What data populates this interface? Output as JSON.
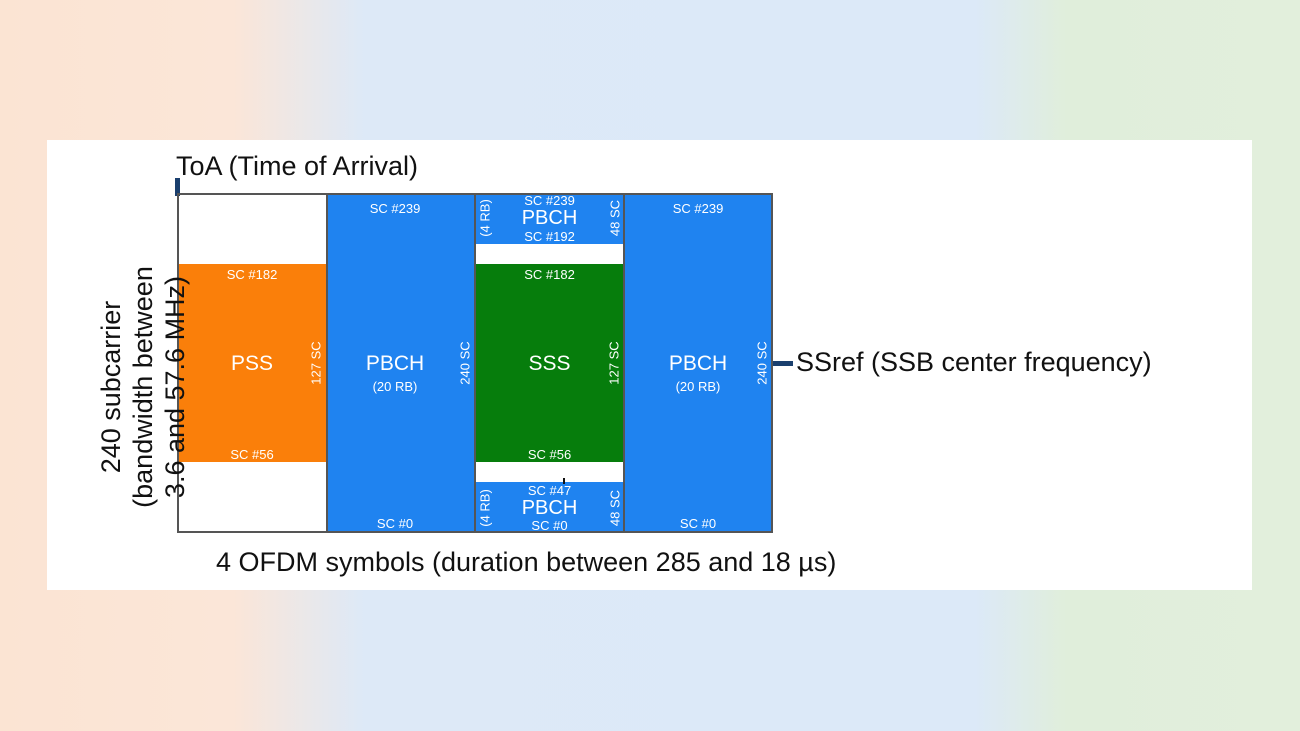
{
  "colors": {
    "pbch": "#1f83f0",
    "pss": "#fa7f0a",
    "sss": "#067d0c"
  },
  "labels": {
    "toa": "ToA (Time of Arrival)",
    "ssref": "SSref (SSB center frequency)",
    "x_axis": "4 OFDM symbols (duration between 285 and 18 µs)",
    "y_axis_1": "240 subcarrier",
    "y_axis_2": "(bandwidth between",
    "y_axis_3": "3.6 and 57.6 MHz)"
  },
  "symbols": [
    {
      "name": "PSS",
      "top_sc": "SC #182",
      "bottom_sc": "SC #56",
      "width": "127 SC"
    },
    {
      "name": "PBCH",
      "sub": "(20 RB)",
      "top_sc": "SC #239",
      "bottom_sc": "SC #0",
      "width": "240 SC"
    },
    {
      "name": "SSS",
      "top_sc": "SC #182",
      "bottom_sc": "SC #56",
      "width": "127 SC",
      "pbch_top": {
        "name": "PBCH",
        "top_sc": "SC #239",
        "bottom_sc": "SC #192",
        "rb": "(4 RB)",
        "width": "48 SC"
      },
      "pbch_bottom": {
        "name": "PBCH",
        "top_sc": "SC #47",
        "bottom_sc": "SC #0",
        "rb": "(4 RB)",
        "width": "48 SC"
      }
    },
    {
      "name": "PBCH",
      "sub": "(20 RB)",
      "top_sc": "SC #239",
      "bottom_sc": "SC #0",
      "width": "240 SC"
    }
  ]
}
